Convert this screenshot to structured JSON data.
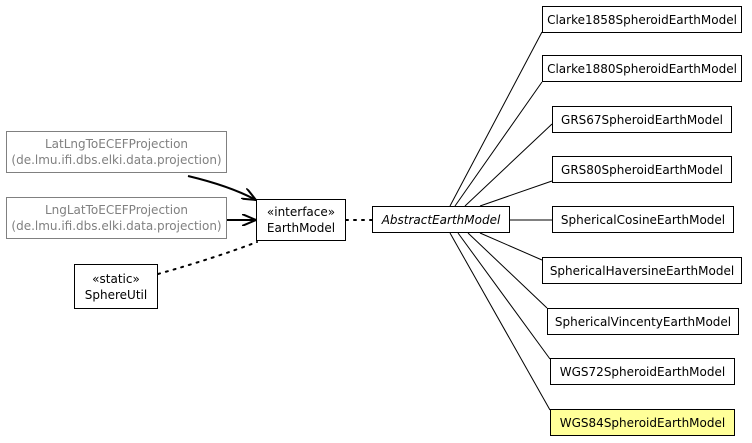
{
  "colors": {
    "line": "#000000",
    "external_border": "#808080",
    "external_text": "#808080",
    "highlight_fill": "#ffff99"
  },
  "nodes": {
    "latlng": {
      "name": "LatLngToECEFProjection",
      "package": "(de.lmu.ifi.dbs.elki.data.projection)"
    },
    "lnglat": {
      "name": "LngLatToECEFProjection",
      "package": "(de.lmu.ifi.dbs.elki.data.projection)"
    },
    "sphereutil": {
      "stereotype": "«static»",
      "name": "SphereUtil"
    },
    "earthmodel": {
      "stereotype": "«interface»",
      "name": "EarthModel"
    },
    "abstract": {
      "name": "AbstractEarthModel"
    },
    "subclasses": [
      "Clarke1858SpheroidEarthModel",
      "Clarke1880SpheroidEarthModel",
      "GRS67SpheroidEarthModel",
      "GRS80SpheroidEarthModel",
      "SphericalCosineEarthModel",
      "SphericalHaversineEarthModel",
      "SphericalVincentyEarthModel",
      "WGS72SpheroidEarthModel",
      "WGS84SpheroidEarthModel"
    ]
  }
}
